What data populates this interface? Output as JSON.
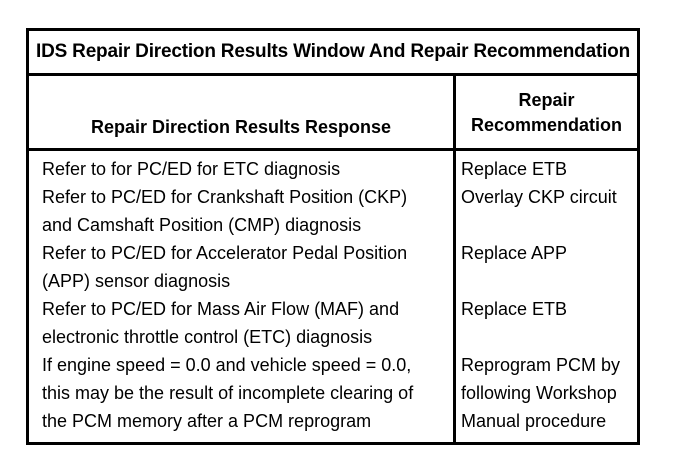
{
  "table": {
    "title": "IDS Repair Direction Results Window And Repair Recommendation",
    "header_left": "Repair Direction Results Response",
    "header_right_line1": "Repair",
    "header_right_line2": "Recommendation",
    "rows": [
      {
        "response": [
          "Refer to for PC/ED for ETC diagnosis"
        ],
        "recommendation": [
          "Replace ETB"
        ]
      },
      {
        "response": [
          "Refer to PC/ED for Crankshaft Position (CKP)",
          "and Camshaft Position (CMP) diagnosis"
        ],
        "recommendation": [
          "Overlay CKP circuit"
        ]
      },
      {
        "response": [
          "Refer to PC/ED for Accelerator Pedal Position",
          "(APP) sensor diagnosis"
        ],
        "recommendation": [
          "Replace APP"
        ]
      },
      {
        "response": [
          "Refer to PC/ED for Mass Air Flow (MAF) and",
          "electronic throttle control (ETC) diagnosis"
        ],
        "recommendation": [
          "Replace ETB"
        ]
      },
      {
        "response": [
          "If engine speed = 0.0 and vehicle speed = 0.0,",
          "this may be the result of incomplete clearing of",
          "the PCM memory after a PCM reprogram"
        ],
        "recommendation": [
          "Reprogram PCM by",
          "following Workshop",
          "Manual procedure"
        ]
      }
    ]
  }
}
